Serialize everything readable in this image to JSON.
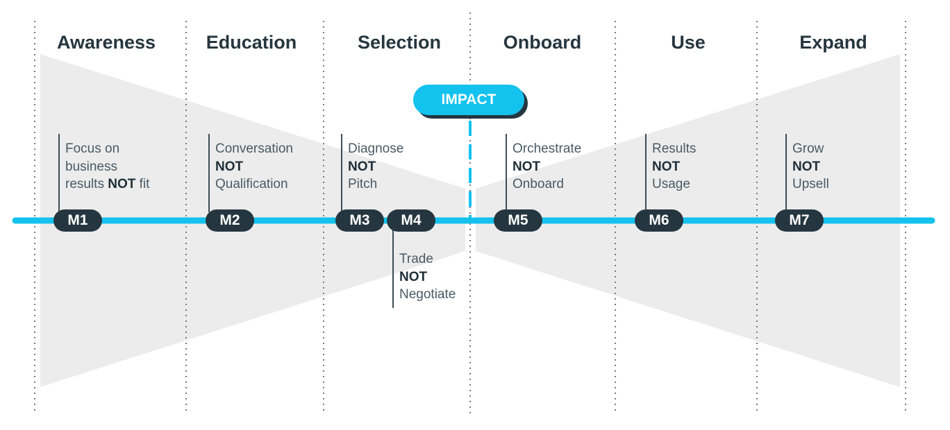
{
  "stages": [
    "Awareness",
    "Education",
    "Selection",
    "Onboard",
    "Use",
    "Expand"
  ],
  "milestones": [
    {
      "badge": "M1",
      "line1": "Focus on",
      "line2": "business",
      "line3a": "results ",
      "line3b": "NOT",
      "line3c": " fit"
    },
    {
      "badge": "M2",
      "line1": "Conversation",
      "line2": "NOT",
      "line3": "Qualification"
    },
    {
      "badge": "M3",
      "line1": "Diagnose",
      "line2": "NOT",
      "line3": "Pitch"
    },
    {
      "badge": "M4",
      "line1": "Trade",
      "line2": "NOT",
      "line3": "Negotiate"
    },
    {
      "badge": "M5",
      "line1": "Orchestrate",
      "line2": "NOT",
      "line3": "Onboard"
    },
    {
      "badge": "M6",
      "line1": "Results",
      "line2": "NOT",
      "line3": "Usage"
    },
    {
      "badge": "M7",
      "line1": "Grow",
      "line2": "NOT",
      "line3": "Upsell"
    }
  ],
  "impact_label": "IMPACT",
  "colors": {
    "timeline": "#14c2ee",
    "badge": "#253640",
    "funnel": "#ececec",
    "divider": "#777777"
  }
}
